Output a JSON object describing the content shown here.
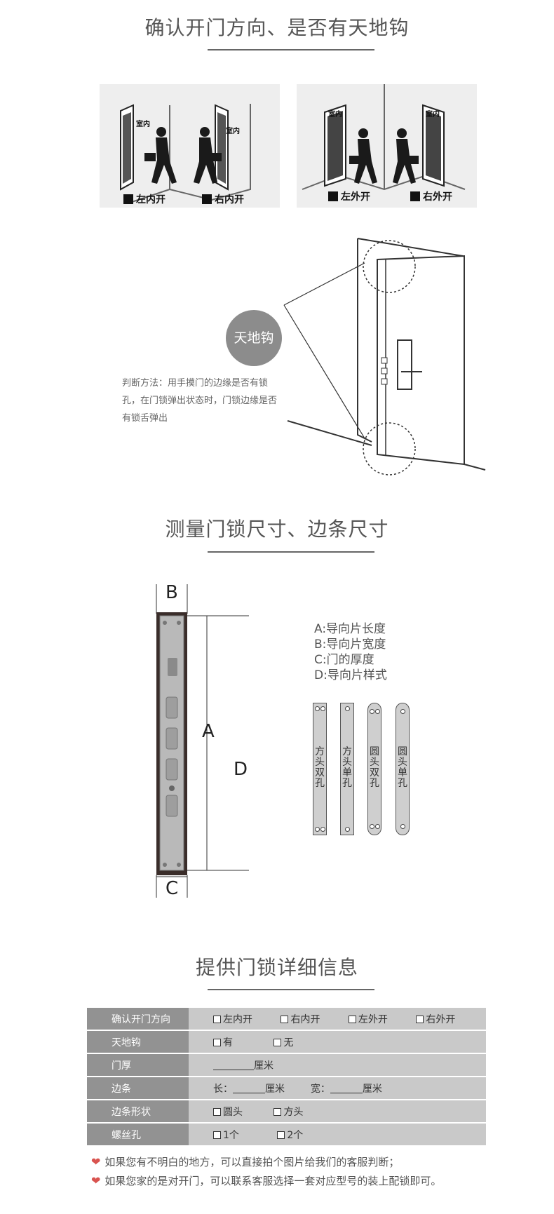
{
  "section1": {
    "title": "确认开门方向、是否有天地钩"
  },
  "directions": {
    "indoor": "室内",
    "left_in": "左内开",
    "right_in": "右内开",
    "left_out": "左外开",
    "right_out": "右外开"
  },
  "hook": {
    "tag": "天地钩",
    "method_text": "判断方法：用手摸门的边缘是否有锁孔，在门锁弹出状态时，门锁边缘是否有锁舌弹出"
  },
  "section2": {
    "title": "测量门锁尺寸、边条尺寸"
  },
  "dims": {
    "A": "A",
    "B": "B",
    "C": "C",
    "D": "D",
    "legend": [
      "A:导向片长度",
      "B:导向片宽度",
      "C:门的厚度",
      "D:导向片样式"
    ]
  },
  "strips": [
    {
      "label": "方头双孔",
      "shape": "square",
      "holes": 2
    },
    {
      "label": "方头单孔",
      "shape": "square",
      "holes": 1
    },
    {
      "label": "圆头双孔",
      "shape": "round",
      "holes": 2
    },
    {
      "label": "圆头单孔",
      "shape": "round",
      "holes": 1
    }
  ],
  "section3": {
    "title": "提供门锁详细信息"
  },
  "table": {
    "rows": [
      {
        "key": "确认开门方向",
        "options": [
          "左内开",
          "右内开",
          "左外开",
          "右外开"
        ]
      },
      {
        "key": "天地钩",
        "options": [
          "有",
          "无"
        ]
      },
      {
        "key": "门厚",
        "unit": "厘米"
      },
      {
        "key": "边条",
        "len_label": "长：",
        "width_label": "宽：",
        "unit": "厘米"
      },
      {
        "key": "边条形状",
        "options": [
          "圆头",
          "方头"
        ]
      },
      {
        "key": "螺丝孔",
        "options": [
          "1个",
          "2个"
        ]
      }
    ]
  },
  "notes": [
    "如果您有不明白的地方，可以直接拍个图片给我们的客服判断；",
    "如果您家的是对开门，可以联系客服选择一套对应型号的装上配锁即可。"
  ],
  "colors": {
    "heart": "#d9534f",
    "table_key_bg": "#929292",
    "table_val_bg": "#c9c9c9"
  }
}
